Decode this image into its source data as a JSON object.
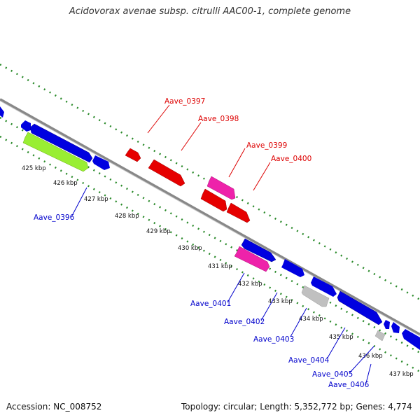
{
  "title": "Acidovorax avenae subsp. citrulli AAC00-1, complete genome",
  "footer": {
    "accession": "Accession: NC_008752",
    "summary": "Topology: circular; Length: 5,352,772 bp; Genes: 4,774"
  },
  "colors": {
    "backbone": "#888888",
    "tick": "#2a8a2a",
    "forward_gene": "#e60000",
    "forward_label": "#dd0000",
    "reverse_gene": "#0000e0",
    "reverse_label": "#0000cc",
    "highlight_magenta": "#ee22aa",
    "highlight_lime": "#99ee33",
    "gray_gene": "#c0c0c0"
  },
  "kbp_labels": [
    "425 kbp",
    "426 kbp",
    "427 kbp",
    "428 kbp",
    "429 kbp",
    "430 kbp",
    "431 kbp",
    "432 kbp",
    "433 kbp",
    "434 kbp",
    "435 kbp",
    "436 kbp",
    "437 kbp"
  ],
  "gene_labels": {
    "forward": [
      "Aave_0397",
      "Aave_0398",
      "Aave_0399",
      "Aave_0400"
    ],
    "reverse": [
      "Aave_0396",
      "Aave_0401",
      "Aave_0402",
      "Aave_0403",
      "Aave_0404",
      "Aave_0405",
      "Aave_0406"
    ]
  }
}
